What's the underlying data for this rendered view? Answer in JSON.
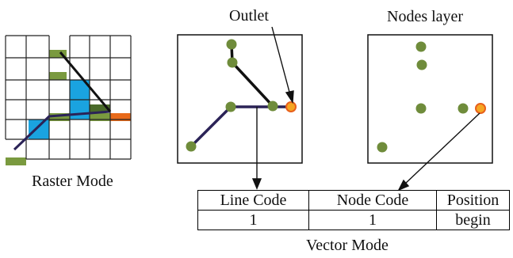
{
  "labels": {
    "raster_mode": "Raster Mode",
    "outlet": "Outlet",
    "nodes_layer": "Nodes layer",
    "vector_mode": "Vector Mode"
  },
  "table": {
    "headers": [
      "Line Code",
      "Node Code",
      "Position"
    ],
    "rows": [
      [
        "1",
        "1",
        "begin"
      ]
    ]
  },
  "colors": {
    "line": "#2b2357",
    "node": "#6f8c3b",
    "outlet_fill": "#f5a623",
    "outlet_ring": "#e8601c",
    "raster_blue": "#1aa3e0",
    "raster_green": "#7a9a3f",
    "raster_darkgreen": "#4a6a2a",
    "raster_orange": "#e86a1a",
    "grid": "#222222"
  }
}
